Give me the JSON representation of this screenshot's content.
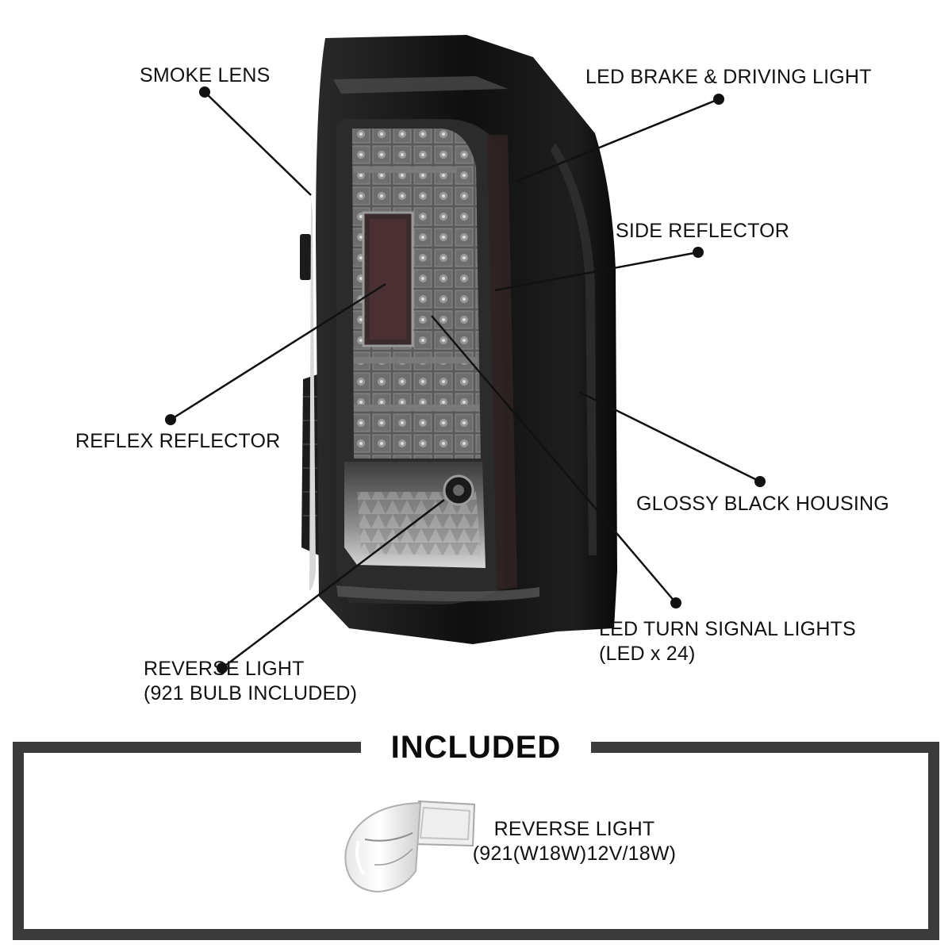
{
  "callouts": [
    {
      "id": "smoke-lens",
      "lines": [
        "SMOKE LENS"
      ]
    },
    {
      "id": "led-brake",
      "lines": [
        "LED BRAKE & DRIVING LIGHT"
      ]
    },
    {
      "id": "side-reflector",
      "lines": [
        "SIDE REFLECTOR"
      ]
    },
    {
      "id": "reflex-reflector",
      "lines": [
        "REFLEX REFLECTOR"
      ]
    },
    {
      "id": "glossy-housing",
      "lines": [
        "GLOSSY BLACK HOUSING"
      ]
    },
    {
      "id": "led-turn",
      "lines": [
        "LED TURN SIGNAL LIGHTS",
        "(LED x 24)"
      ]
    },
    {
      "id": "reverse-light",
      "lines": [
        "REVERSE LIGHT",
        "(921 BULB INCLUDED)"
      ]
    }
  ],
  "included": {
    "title": "INCLUDED",
    "item_lines": [
      "REVERSE LIGHT",
      "(921(W18W)12V/18W)"
    ]
  },
  "colors": {
    "housing": "#1a1a1a",
    "lens_smoke": "#5a5a5a",
    "box_border": "#3b3b3b",
    "text": "#111111"
  },
  "icons": [
    "tail-light-product-image",
    "921-bulb-image"
  ]
}
